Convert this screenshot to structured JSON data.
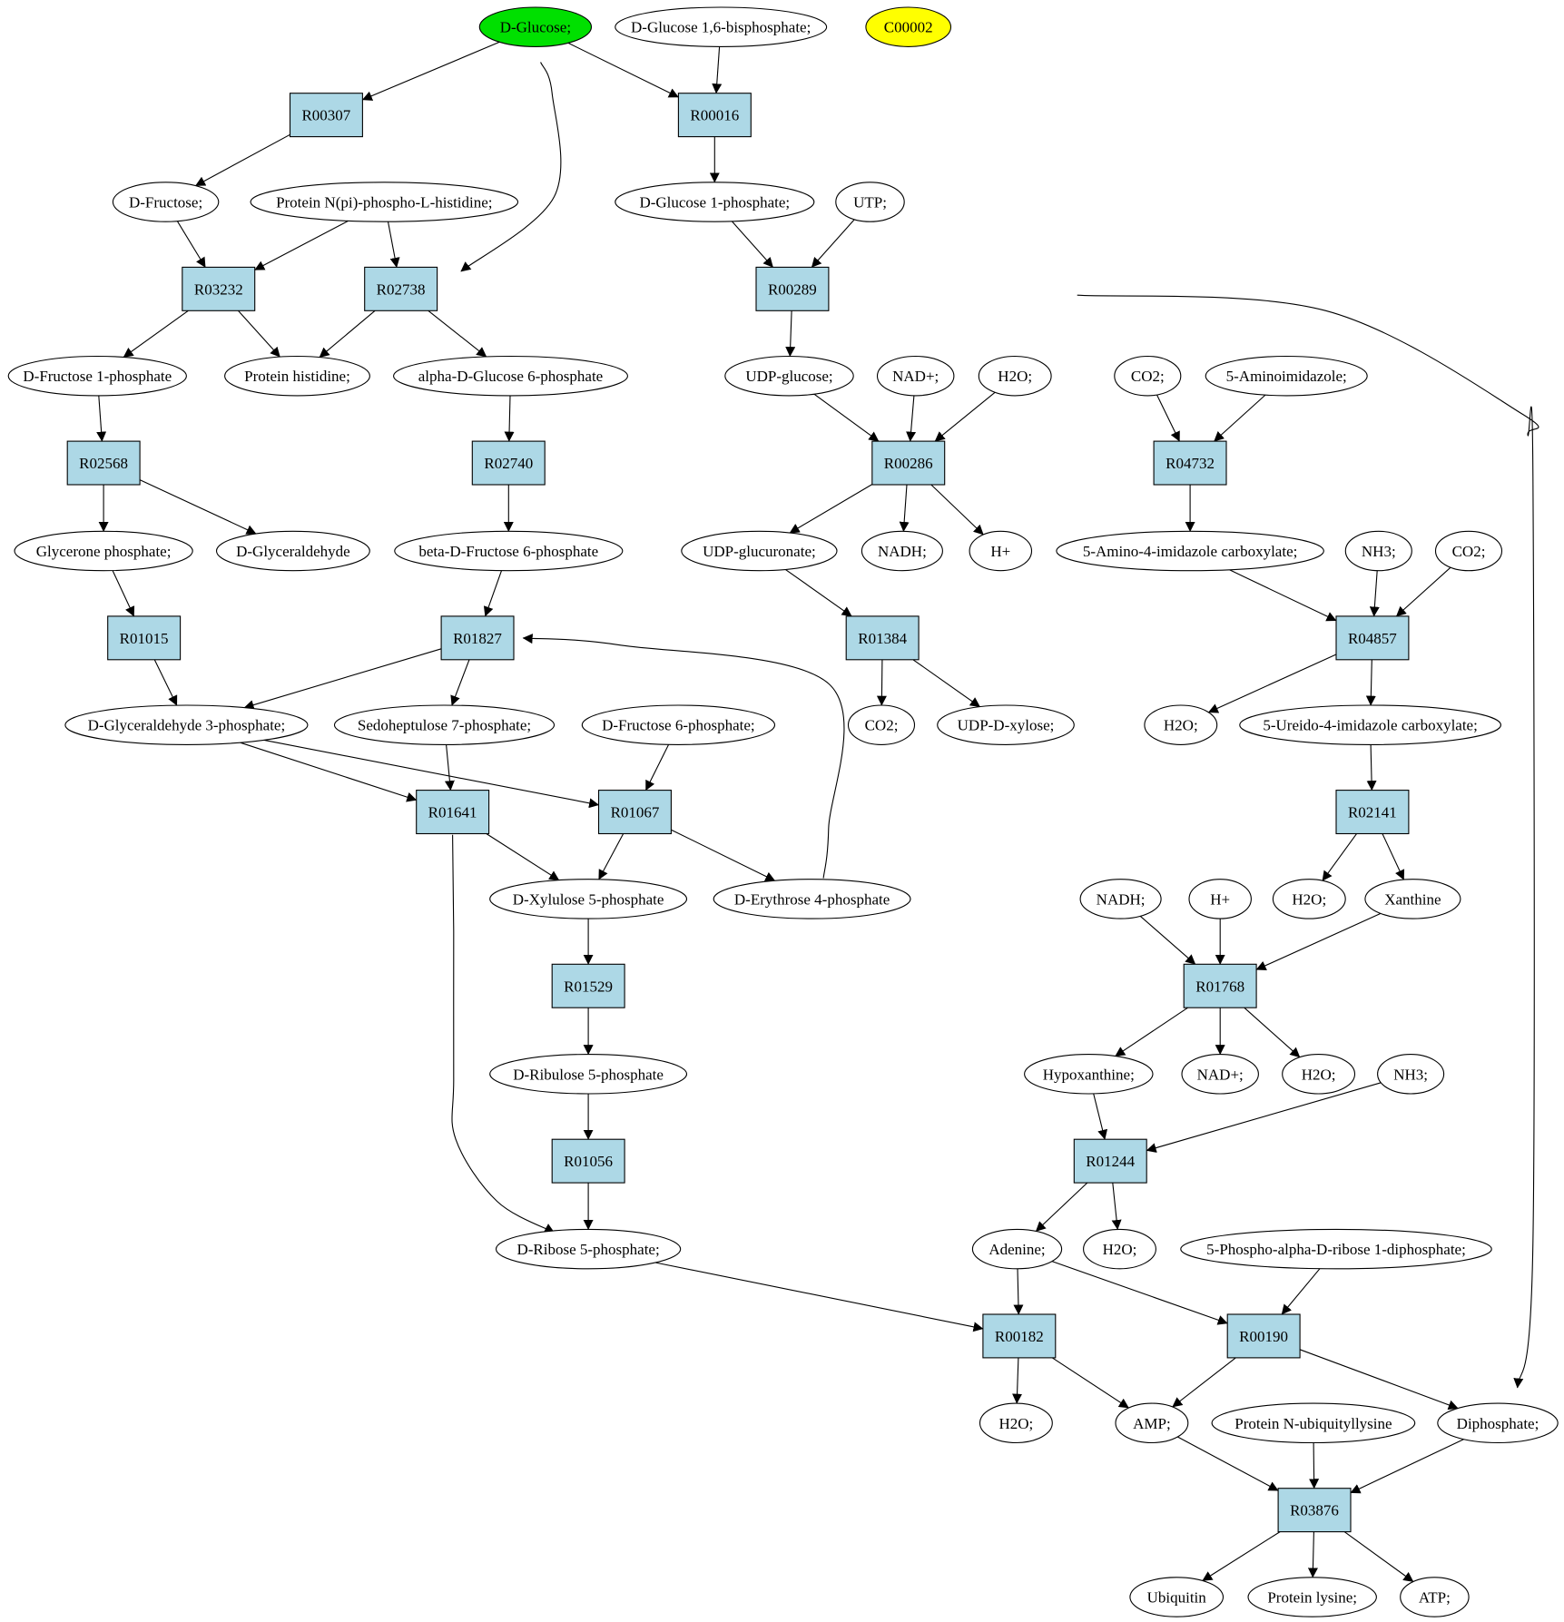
{
  "colors": {
    "start": "#00e000",
    "highlight": "#ffff00",
    "reaction": "#add8e6",
    "compound": "#ffffff"
  },
  "nodes": [
    {
      "id": "glc",
      "label": "D-Glucose;",
      "kind": "compound",
      "style": "start"
    },
    {
      "id": "g16bp",
      "label": "D-Glucose 1,6-bisphosphate;",
      "kind": "compound"
    },
    {
      "id": "c00002",
      "label": "C00002",
      "kind": "compound",
      "style": "highlight"
    },
    {
      "id": "r00307",
      "label": "R00307",
      "kind": "reaction"
    },
    {
      "id": "r00016",
      "label": "R00016",
      "kind": "reaction"
    },
    {
      "id": "fru",
      "label": "D-Fructose;",
      "kind": "compound"
    },
    {
      "id": "pnhis",
      "label": "Protein N(pi)-phospho-L-histidine;",
      "kind": "compound"
    },
    {
      "id": "g1p",
      "label": "D-Glucose 1-phosphate;",
      "kind": "compound"
    },
    {
      "id": "utp",
      "label": "UTP;",
      "kind": "compound"
    },
    {
      "id": "r03232",
      "label": "R03232",
      "kind": "reaction"
    },
    {
      "id": "r02738",
      "label": "R02738",
      "kind": "reaction"
    },
    {
      "id": "r00289",
      "label": "R00289",
      "kind": "reaction"
    },
    {
      "id": "f1p",
      "label": "D-Fructose 1-phosphate",
      "kind": "compound"
    },
    {
      "id": "phis",
      "label": "Protein histidine;",
      "kind": "compound"
    },
    {
      "id": "ag6p",
      "label": "alpha-D-Glucose 6-phosphate",
      "kind": "compound"
    },
    {
      "id": "udpg",
      "label": "UDP-glucose;",
      "kind": "compound"
    },
    {
      "id": "nad1",
      "label": "NAD+;",
      "kind": "compound"
    },
    {
      "id": "h2o1",
      "label": "H2O;",
      "kind": "compound"
    },
    {
      "id": "co2a",
      "label": "CO2;",
      "kind": "compound"
    },
    {
      "id": "aimid",
      "label": "5-Aminoimidazole;",
      "kind": "compound"
    },
    {
      "id": "r02568",
      "label": "R02568",
      "kind": "reaction"
    },
    {
      "id": "r02740",
      "label": "R02740",
      "kind": "reaction"
    },
    {
      "id": "r00286",
      "label": "R00286",
      "kind": "reaction"
    },
    {
      "id": "r04732",
      "label": "R04732",
      "kind": "reaction"
    },
    {
      "id": "glyp",
      "label": "Glycerone phosphate;",
      "kind": "compound"
    },
    {
      "id": "dgla",
      "label": "D-Glyceraldehyde",
      "kind": "compound"
    },
    {
      "id": "bf6p",
      "label": "beta-D-Fructose 6-phosphate",
      "kind": "compound"
    },
    {
      "id": "udpgluc",
      "label": "UDP-glucuronate;",
      "kind": "compound"
    },
    {
      "id": "nadh1",
      "label": "NADH;",
      "kind": "compound"
    },
    {
      "id": "hp1",
      "label": "H+",
      "kind": "compound"
    },
    {
      "id": "aicarbox",
      "label": "5-Amino-4-imidazole carboxylate;",
      "kind": "compound"
    },
    {
      "id": "nh3a",
      "label": "NH3;",
      "kind": "compound"
    },
    {
      "id": "co2b",
      "label": "CO2;",
      "kind": "compound"
    },
    {
      "id": "r01015",
      "label": "R01015",
      "kind": "reaction"
    },
    {
      "id": "r01827",
      "label": "R01827",
      "kind": "reaction"
    },
    {
      "id": "r01384",
      "label": "R01384",
      "kind": "reaction"
    },
    {
      "id": "r04857",
      "label": "R04857",
      "kind": "reaction"
    },
    {
      "id": "ga3p",
      "label": "D-Glyceraldehyde 3-phosphate;",
      "kind": "compound"
    },
    {
      "id": "s7p",
      "label": "Sedoheptulose 7-phosphate;",
      "kind": "compound"
    },
    {
      "id": "f6p",
      "label": "D-Fructose 6-phosphate;",
      "kind": "compound"
    },
    {
      "id": "co2c",
      "label": "CO2;",
      "kind": "compound"
    },
    {
      "id": "udpxyl",
      "label": "UDP-D-xylose;",
      "kind": "compound"
    },
    {
      "id": "h2o2",
      "label": "H2O;",
      "kind": "compound"
    },
    {
      "id": "ureido",
      "label": "5-Ureido-4-imidazole carboxylate;",
      "kind": "compound"
    },
    {
      "id": "r01641",
      "label": "R01641",
      "kind": "reaction"
    },
    {
      "id": "r01067",
      "label": "R01067",
      "kind": "reaction"
    },
    {
      "id": "r02141",
      "label": "R02141",
      "kind": "reaction"
    },
    {
      "id": "xu5p",
      "label": "D-Xylulose 5-phosphate",
      "kind": "compound"
    },
    {
      "id": "e4p",
      "label": "D-Erythrose 4-phosphate",
      "kind": "compound"
    },
    {
      "id": "nadh2",
      "label": "NADH;",
      "kind": "compound"
    },
    {
      "id": "hp2",
      "label": "H+",
      "kind": "compound"
    },
    {
      "id": "h2o3",
      "label": "H2O;",
      "kind": "compound"
    },
    {
      "id": "xan",
      "label": "Xanthine",
      "kind": "compound"
    },
    {
      "id": "r01529",
      "label": "R01529",
      "kind": "reaction"
    },
    {
      "id": "r01768",
      "label": "R01768",
      "kind": "reaction"
    },
    {
      "id": "ru5p",
      "label": "D-Ribulose 5-phosphate",
      "kind": "compound"
    },
    {
      "id": "hyp",
      "label": "Hypoxanthine;",
      "kind": "compound"
    },
    {
      "id": "nad2",
      "label": "NAD+;",
      "kind": "compound"
    },
    {
      "id": "h2o4",
      "label": "H2O;",
      "kind": "compound"
    },
    {
      "id": "nh3b",
      "label": "NH3;",
      "kind": "compound"
    },
    {
      "id": "r01056",
      "label": "R01056",
      "kind": "reaction"
    },
    {
      "id": "r01244",
      "label": "R01244",
      "kind": "reaction"
    },
    {
      "id": "r5p",
      "label": "D-Ribose 5-phosphate;",
      "kind": "compound"
    },
    {
      "id": "ade",
      "label": "Adenine;",
      "kind": "compound"
    },
    {
      "id": "h2o5",
      "label": "H2O;",
      "kind": "compound"
    },
    {
      "id": "prpp",
      "label": "5-Phospho-alpha-D-ribose 1-diphosphate;",
      "kind": "compound"
    },
    {
      "id": "r00182",
      "label": "R00182",
      "kind": "reaction"
    },
    {
      "id": "r00190",
      "label": "R00190",
      "kind": "reaction"
    },
    {
      "id": "h2o6",
      "label": "H2O;",
      "kind": "compound"
    },
    {
      "id": "amp",
      "label": "AMP;",
      "kind": "compound"
    },
    {
      "id": "pnubq",
      "label": "Protein N-ubiquityllysine",
      "kind": "compound"
    },
    {
      "id": "ppi",
      "label": "Diphosphate;",
      "kind": "compound"
    },
    {
      "id": "r03876",
      "label": "R03876",
      "kind": "reaction"
    },
    {
      "id": "ubq",
      "label": "Ubiquitin",
      "kind": "compound"
    },
    {
      "id": "plys",
      "label": "Protein lysine;",
      "kind": "compound"
    },
    {
      "id": "atp",
      "label": "ATP;",
      "kind": "compound"
    }
  ],
  "edges": [
    [
      "glc",
      "r00307"
    ],
    [
      "glc",
      "r00016"
    ],
    [
      "glc",
      "r02738"
    ],
    [
      "g16bp",
      "r00016"
    ],
    [
      "r00307",
      "fru"
    ],
    [
      "r00016",
      "g1p"
    ],
    [
      "fru",
      "r03232"
    ],
    [
      "pnhis",
      "r03232"
    ],
    [
      "pnhis",
      "r02738"
    ],
    [
      "g1p",
      "r00289"
    ],
    [
      "utp",
      "r00289"
    ],
    [
      "r03232",
      "f1p"
    ],
    [
      "r03232",
      "phis"
    ],
    [
      "r02738",
      "phis"
    ],
    [
      "r02738",
      "ag6p"
    ],
    [
      "r00289",
      "udpg"
    ],
    [
      "r00289",
      "ppi"
    ],
    [
      "f1p",
      "r02568"
    ],
    [
      "ag6p",
      "r02740"
    ],
    [
      "udpg",
      "r00286"
    ],
    [
      "nad1",
      "r00286"
    ],
    [
      "h2o1",
      "r00286"
    ],
    [
      "co2a",
      "r04732"
    ],
    [
      "aimid",
      "r04732"
    ],
    [
      "r02568",
      "glyp"
    ],
    [
      "r02568",
      "dgla"
    ],
    [
      "r02740",
      "bf6p"
    ],
    [
      "r00286",
      "udpgluc"
    ],
    [
      "r00286",
      "nadh1"
    ],
    [
      "r00286",
      "hp1"
    ],
    [
      "r04732",
      "aicarbox"
    ],
    [
      "glyp",
      "r01015"
    ],
    [
      "bf6p",
      "r01827"
    ],
    [
      "udpgluc",
      "r01384"
    ],
    [
      "aicarbox",
      "r04857"
    ],
    [
      "nh3a",
      "r04857"
    ],
    [
      "co2b",
      "r04857"
    ],
    [
      "r01015",
      "ga3p"
    ],
    [
      "r01827",
      "ga3p"
    ],
    [
      "r01827",
      "s7p"
    ],
    [
      "r01384",
      "co2c"
    ],
    [
      "r01384",
      "udpxyl"
    ],
    [
      "r04857",
      "h2o2"
    ],
    [
      "r04857",
      "ureido"
    ],
    [
      "ga3p",
      "r01641"
    ],
    [
      "ga3p",
      "r01067"
    ],
    [
      "s7p",
      "r01641"
    ],
    [
      "f6p",
      "r01067"
    ],
    [
      "ureido",
      "r02141"
    ],
    [
      "r01641",
      "xu5p"
    ],
    [
      "r01641",
      "r5p"
    ],
    [
      "r01067",
      "xu5p"
    ],
    [
      "r01067",
      "e4p"
    ],
    [
      "e4p",
      "r01827"
    ],
    [
      "r02141",
      "h2o3"
    ],
    [
      "r02141",
      "xan"
    ],
    [
      "xu5p",
      "r01529"
    ],
    [
      "nadh2",
      "r01768"
    ],
    [
      "hp2",
      "r01768"
    ],
    [
      "xan",
      "r01768"
    ],
    [
      "r01529",
      "ru5p"
    ],
    [
      "r01768",
      "hyp"
    ],
    [
      "r01768",
      "nad2"
    ],
    [
      "r01768",
      "h2o4"
    ],
    [
      "ru5p",
      "r01056"
    ],
    [
      "hyp",
      "r01244"
    ],
    [
      "nh3b",
      "r01244"
    ],
    [
      "r01056",
      "r5p"
    ],
    [
      "r01244",
      "ade"
    ],
    [
      "r01244",
      "h2o5"
    ],
    [
      "r5p",
      "r00182"
    ],
    [
      "ade",
      "r00182"
    ],
    [
      "ade",
      "r00190"
    ],
    [
      "prpp",
      "r00190"
    ],
    [
      "r00182",
      "h2o6"
    ],
    [
      "r00182",
      "amp"
    ],
    [
      "r00190",
      "amp"
    ],
    [
      "r00190",
      "ppi"
    ],
    [
      "amp",
      "r03876"
    ],
    [
      "pnubq",
      "r03876"
    ],
    [
      "ppi",
      "r03876"
    ],
    [
      "r03876",
      "ubq"
    ],
    [
      "r03876",
      "plys"
    ],
    [
      "r03876",
      "atp"
    ]
  ]
}
